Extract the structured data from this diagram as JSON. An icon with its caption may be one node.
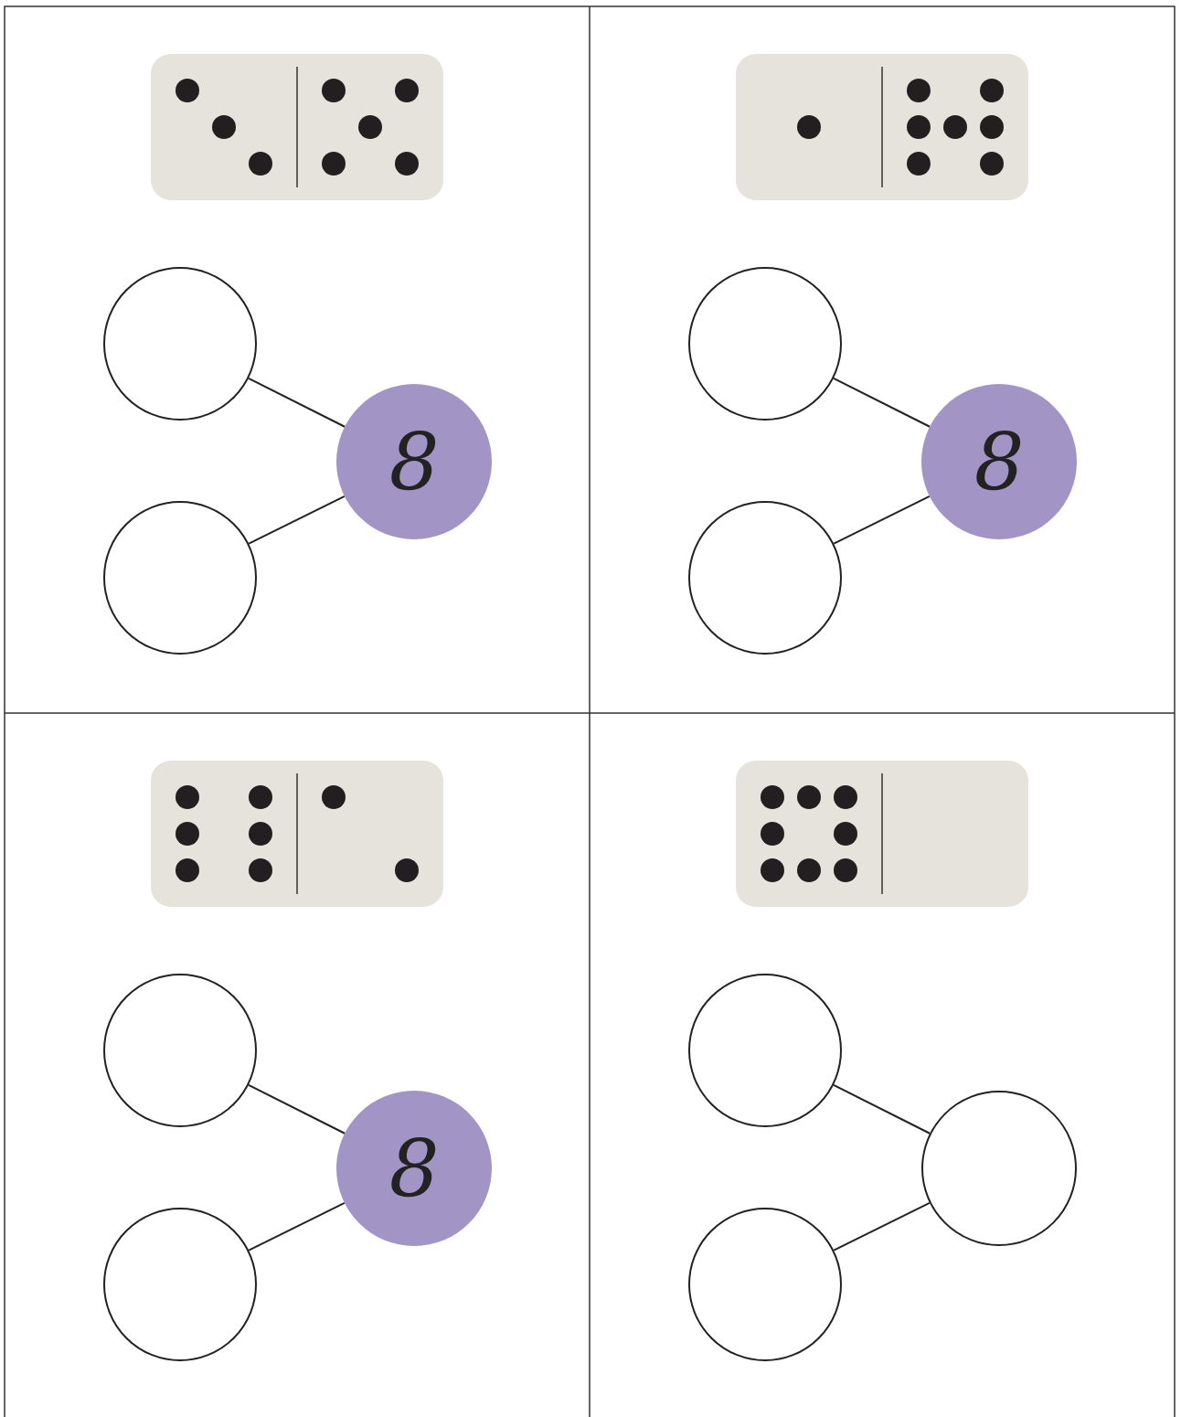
{
  "diagram": {
    "nodes": [
      {
        "text": [],
        "shape": "circle"
      },
      {
        "text": [
          "8"
        ]
      },
      {
        "text": [],
        "shape": "circle"
      },
      {
        "text": [],
        "shape": "circle"
      },
      {
        "text": [
          "8"
        ]
      },
      {
        "text": [],
        "shape": "circle"
      },
      {
        "text": [],
        "shape": "circle"
      },
      {
        "text": [
          "8"
        ]
      },
      {
        "text": [],
        "shape": "circle"
      },
      {
        "text": [],
        "shape": "circle"
      },
      {
        "text": [],
        "shape": "circle"
      },
      {
        "text": [],
        "shape": "circle"
      }
    ],
    "edges": [
      {
        "from": 0,
        "to": 1,
        "arrow": "none"
      },
      {
        "from": 2,
        "to": 1,
        "arrow": "none"
      },
      {
        "from": 3,
        "to": 4,
        "arrow": "none"
      },
      {
        "from": 5,
        "to": 4,
        "arrow": "none"
      },
      {
        "from": 6,
        "to": 7,
        "arrow": "none"
      },
      {
        "from": 8,
        "to": 7,
        "arrow": "none"
      },
      {
        "from": 9,
        "to": 10,
        "arrow": "none"
      },
      {
        "from": 11,
        "to": 10,
        "arrow": "none"
      }
    ]
  }
}
